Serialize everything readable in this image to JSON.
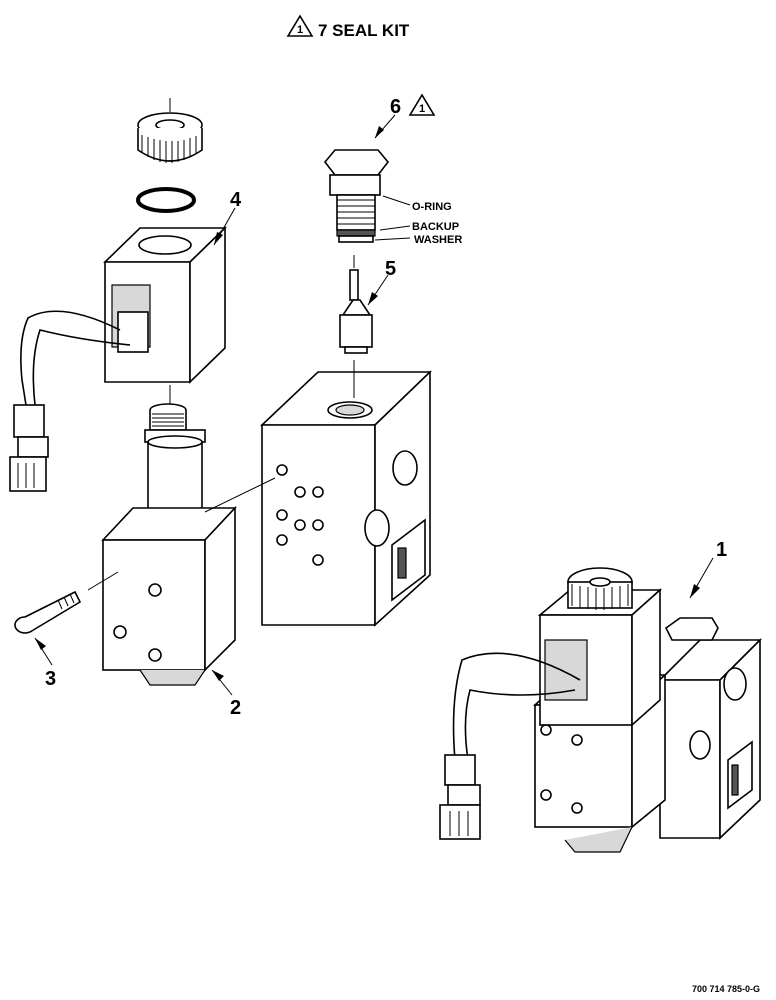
{
  "title": {
    "symbol": "1",
    "text": "7 SEAL KIT"
  },
  "callouts": {
    "item1": "1",
    "item2": "2",
    "item3": "3",
    "item4": "4",
    "item5": "5",
    "item6": "6",
    "item6_symbol": "1"
  },
  "labels": {
    "oring": "O-RING",
    "backup": "BACKUP",
    "washer": "WASHER"
  },
  "footer": {
    "drawing_number": "700 714 785-0-G"
  }
}
